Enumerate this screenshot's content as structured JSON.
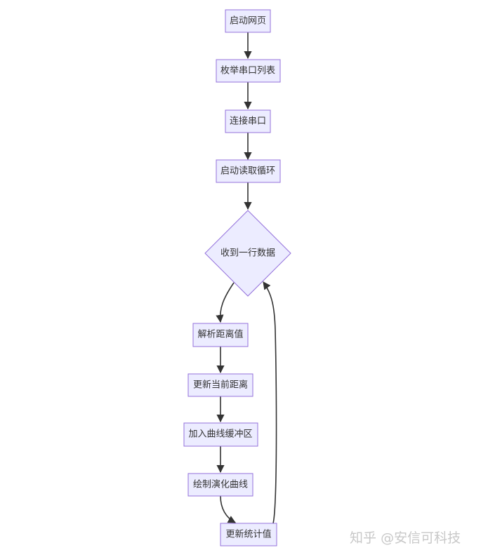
{
  "nodes": {
    "start_page": "启动网页",
    "enum_ports": "枚举串口列表",
    "connect_port": "连接串口",
    "start_loop": "启动读取循环",
    "receive_line": "收到一行数据",
    "parse_distance": "解析距离值",
    "update_current": "更新当前距离",
    "add_buffer": "加入曲线缓冲区",
    "draw_curve": "绘制演化曲线",
    "update_stats": "更新统计值"
  },
  "watermark": {
    "brand": "知乎",
    "author": "@安信可科技"
  },
  "colors": {
    "node_fill": "#ececff",
    "node_stroke": "#9370db",
    "edge": "#333333",
    "text": "#333333"
  }
}
